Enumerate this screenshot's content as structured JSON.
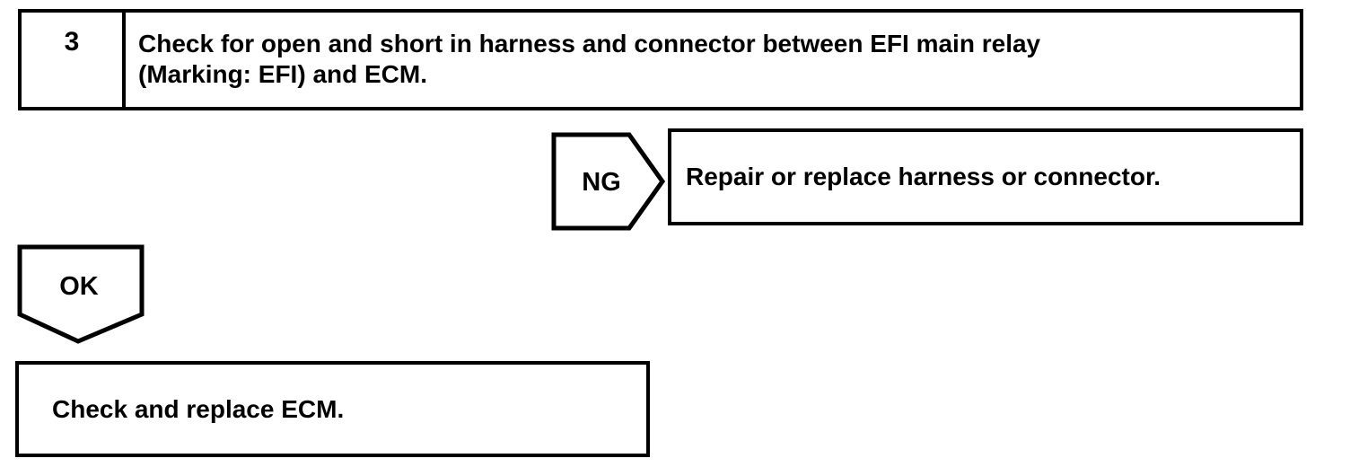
{
  "page": {
    "background": "#ffffff",
    "line_color": "#000000"
  },
  "step_box": {
    "number": "3",
    "instruction_lines": [
      "Check for open and short in harness and connector between EFI main relay",
      "(Marking: EFI) and ECM."
    ]
  },
  "ng_branch": {
    "label": "NG",
    "action": "Repair or replace harness or connector."
  },
  "ok_branch": {
    "label": "OK",
    "action": "Check and replace ECM."
  }
}
